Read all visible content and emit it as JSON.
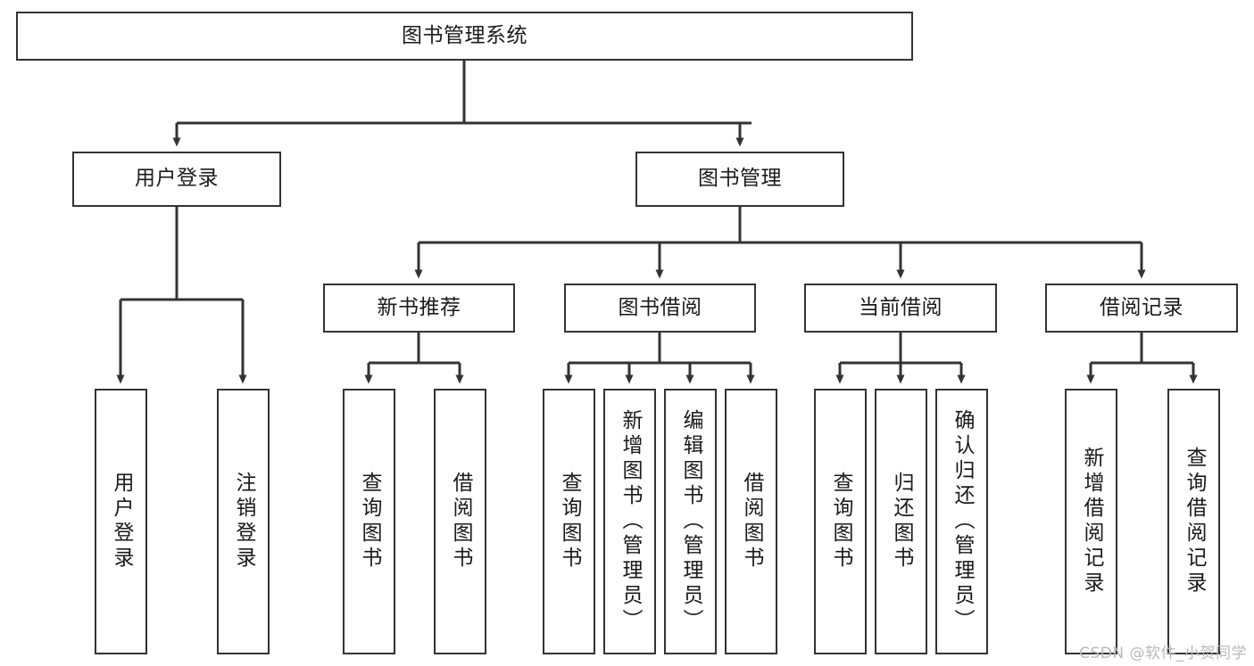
{
  "diagram": {
    "title": "图书管理系统",
    "type": "tree-hierarchy",
    "watermark": "CSDN @软件_小贺同学",
    "colors": {
      "box_border": "#333333",
      "box_fill": "#ffffff",
      "edge": "#333333",
      "text": "#1a1a1a",
      "watermark": "#b9b9b9",
      "background": "#ffffff"
    },
    "nodes": {
      "root": {
        "label": "图书管理系统"
      },
      "level2": [
        {
          "id": "user-login",
          "label": "用户登录"
        },
        {
          "id": "book-manage",
          "label": "图书管理"
        }
      ],
      "level3": [
        {
          "id": "new-book-recommend",
          "label": "新书推荐"
        },
        {
          "id": "book-borrow",
          "label": "图书借阅"
        },
        {
          "id": "current-borrow",
          "label": "当前借阅"
        },
        {
          "id": "borrow-record",
          "label": "借阅记录"
        }
      ],
      "leaves": [
        {
          "id": "leaf-user-login",
          "label": "用户登录",
          "parent": "user-login"
        },
        {
          "id": "leaf-logout-login",
          "label": "注销登录",
          "parent": "user-login"
        },
        {
          "id": "leaf-query-book-1",
          "label": "查询图书",
          "parent": "new-book-recommend"
        },
        {
          "id": "leaf-borrow-book-1",
          "label": "借阅图书",
          "parent": "new-book-recommend"
        },
        {
          "id": "leaf-query-book-2",
          "label": "查询图书",
          "parent": "book-borrow"
        },
        {
          "id": "leaf-add-book",
          "label": "新增图书（管理员）",
          "parent": "book-borrow"
        },
        {
          "id": "leaf-edit-book",
          "label": "编辑图书（管理员）",
          "parent": "book-borrow"
        },
        {
          "id": "leaf-borrow-book-2",
          "label": "借阅图书",
          "parent": "book-borrow"
        },
        {
          "id": "leaf-query-book-3",
          "label": "查询图书",
          "parent": "current-borrow"
        },
        {
          "id": "leaf-return-book",
          "label": "归还图书",
          "parent": "current-borrow"
        },
        {
          "id": "leaf-confirm-return",
          "label": "确认归还（管理员）",
          "parent": "current-borrow"
        },
        {
          "id": "leaf-add-record",
          "label": "新增借阅记录",
          "parent": "borrow-record"
        },
        {
          "id": "leaf-query-record",
          "label": "查询借阅记录",
          "parent": "borrow-record"
        }
      ]
    }
  }
}
